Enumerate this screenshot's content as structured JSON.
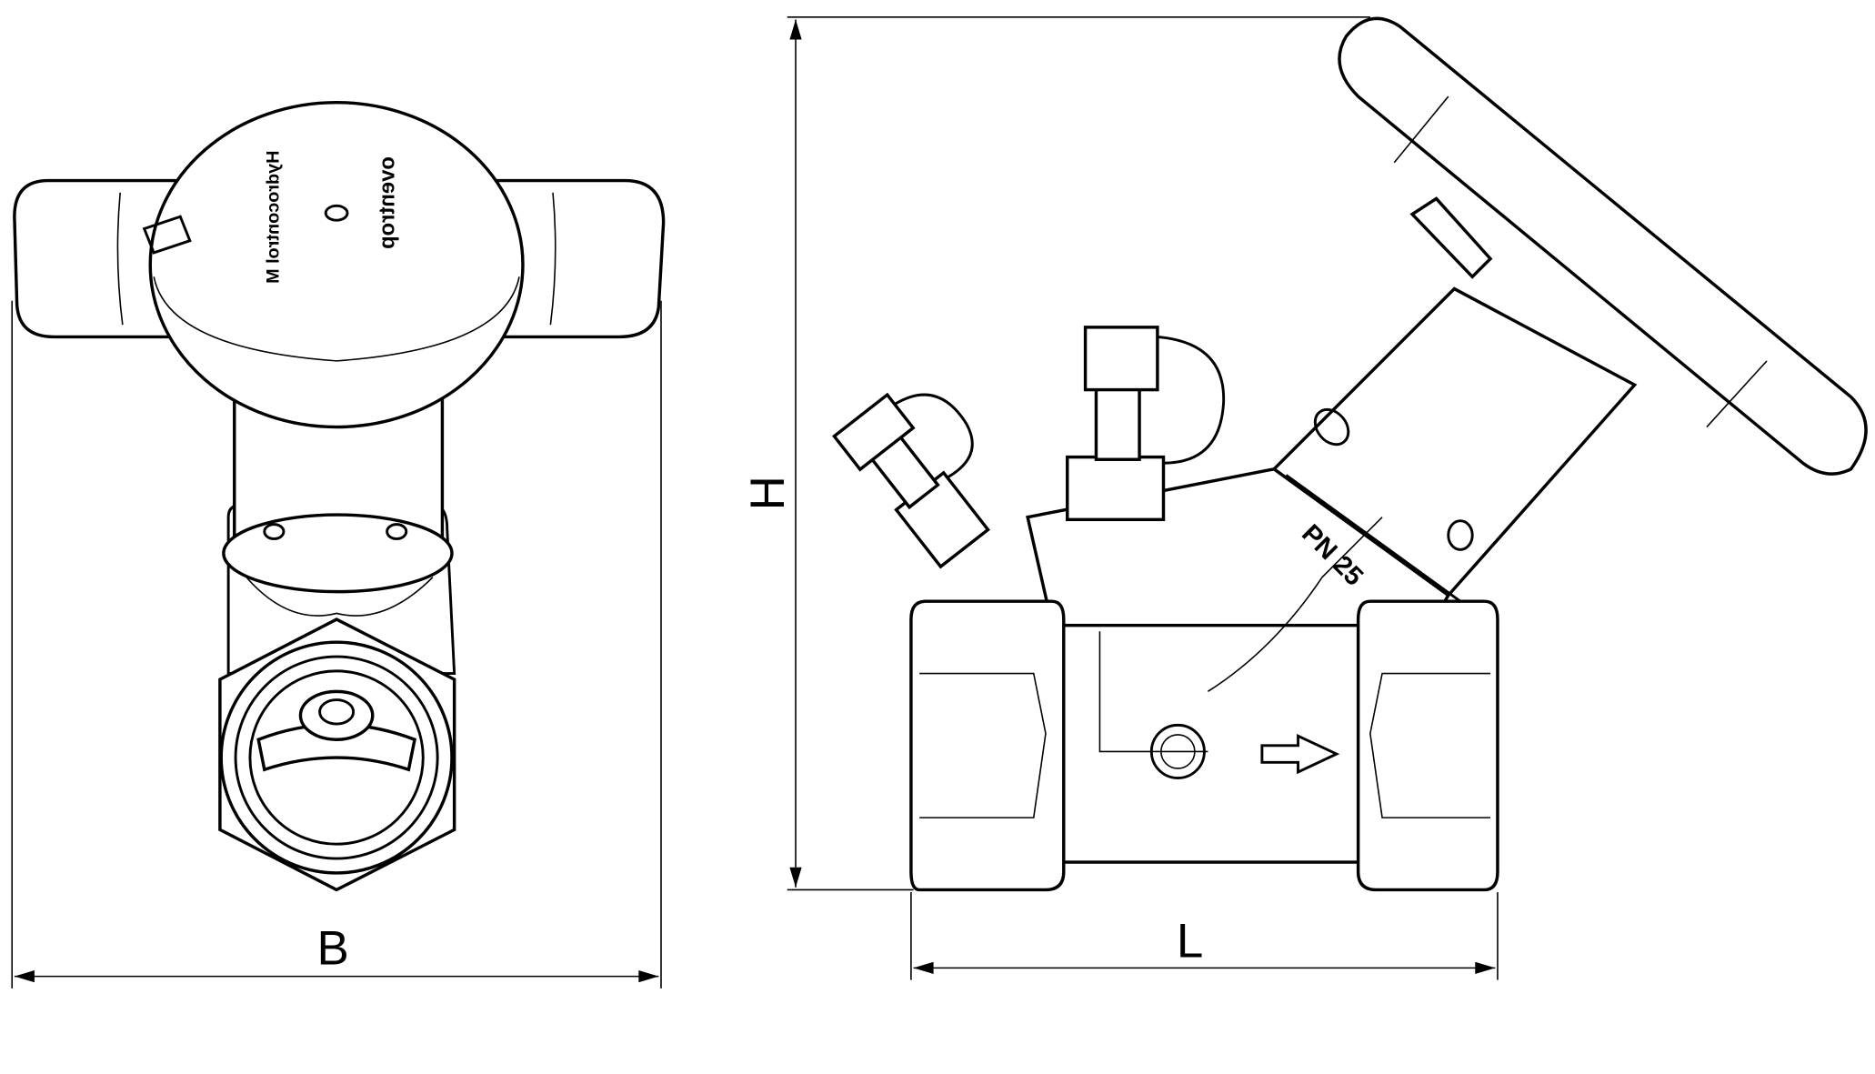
{
  "dimensions": {
    "width_label": "B",
    "height_label": "H",
    "length_label": "L"
  },
  "markings": {
    "pressure_rating": "PN 25",
    "brand": "oventrop",
    "model": "Hydrocontrol M"
  },
  "colors": {
    "line": "#000000",
    "background": "#ffffff"
  }
}
